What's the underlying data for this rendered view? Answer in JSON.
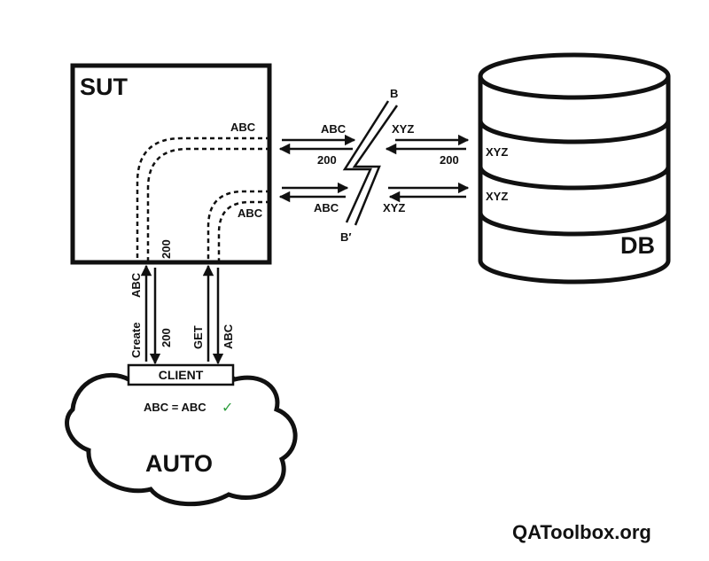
{
  "sut": {
    "title": "SUT"
  },
  "db": {
    "title": "DB",
    "record_1": "XYZ",
    "record_2": "XYZ"
  },
  "client": {
    "label": "CLIENT"
  },
  "auto": {
    "title": "AUTO",
    "assertion": "ABC = ABC",
    "check_mark": "✓"
  },
  "network_break": {
    "top_label": "B",
    "bottom_label": "B′"
  },
  "sut_internal": {
    "path_top_label": "ABC",
    "path_left_label": "200",
    "path_right_label": "ABC"
  },
  "sut_to_break": {
    "write_label": "ABC",
    "write_response": "200",
    "read_label": "ABC"
  },
  "break_to_db": {
    "write_label": "XYZ",
    "write_response": "200",
    "read_label": "XYZ"
  },
  "client_to_sut": {
    "create_label": "Create",
    "create_payload": "ABC",
    "create_response": "200",
    "get_label": "GET",
    "get_response": "ABC"
  },
  "site": {
    "label": "QAToolbox.org"
  },
  "colors": {
    "ink": "#111111",
    "check": "#2e9e3e",
    "background": "#ffffff"
  }
}
